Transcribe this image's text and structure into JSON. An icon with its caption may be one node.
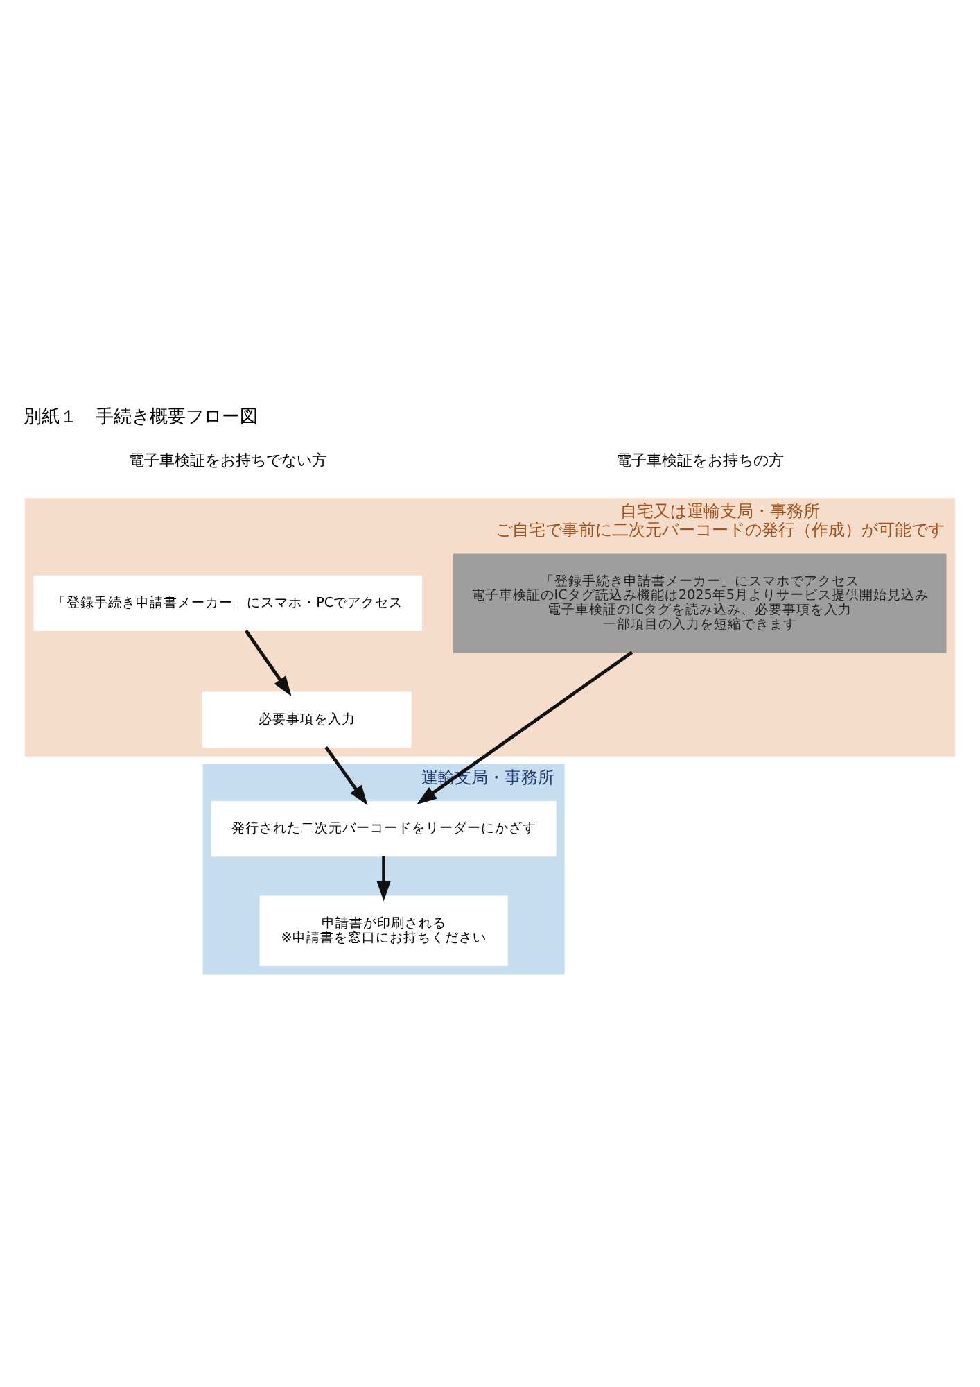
{
  "diagram": {
    "title": "別紙１　手続き概要フロー図",
    "nodes": [
      {
        "text": [
          "自宅又は運輸支局・事務所",
          "ご自宅で事前に二次元バーコードの発行（作成）が可能です"
        ]
      },
      {
        "text": [
          "「登録手続き申請書メーカー」にスマホ・PCでアクセス"
        ],
        "in": 0
      },
      {
        "text": [
          "必要事項を入力"
        ],
        "in": 0
      },
      {
        "text": [
          "「登録手続き申請書メーカー」にスマホでアクセス",
          "電子車検証のICタグ読込み機能は2025年5月よりサービス提供開始見込み",
          "電子車検証のICタグを読み込み、必要事項を入力",
          "一部項目の入力を短縮できます"
        ],
        "in": 0
      },
      {
        "text": [
          "運輸支局・事務所"
        ]
      },
      {
        "text": [
          "発行された二次元バーコードをリーダーにかざす"
        ],
        "in": 4
      },
      {
        "text": [
          "申請書が印刷される",
          "※申請書を窓口にお持ちください"
        ],
        "in": 4
      }
    ],
    "edges": [
      {
        "from": 1,
        "to": 2,
        "arrow": "to"
      },
      {
        "from": 2,
        "to": 5,
        "arrow": "to"
      },
      {
        "from": 3,
        "to": 5,
        "arrow": "to"
      },
      {
        "from": 5,
        "to": 6,
        "arrow": "to"
      }
    ],
    "labels": [
      "電子車検証をお持ちでない方",
      "電子車検証をお持ちの方"
    ]
  }
}
